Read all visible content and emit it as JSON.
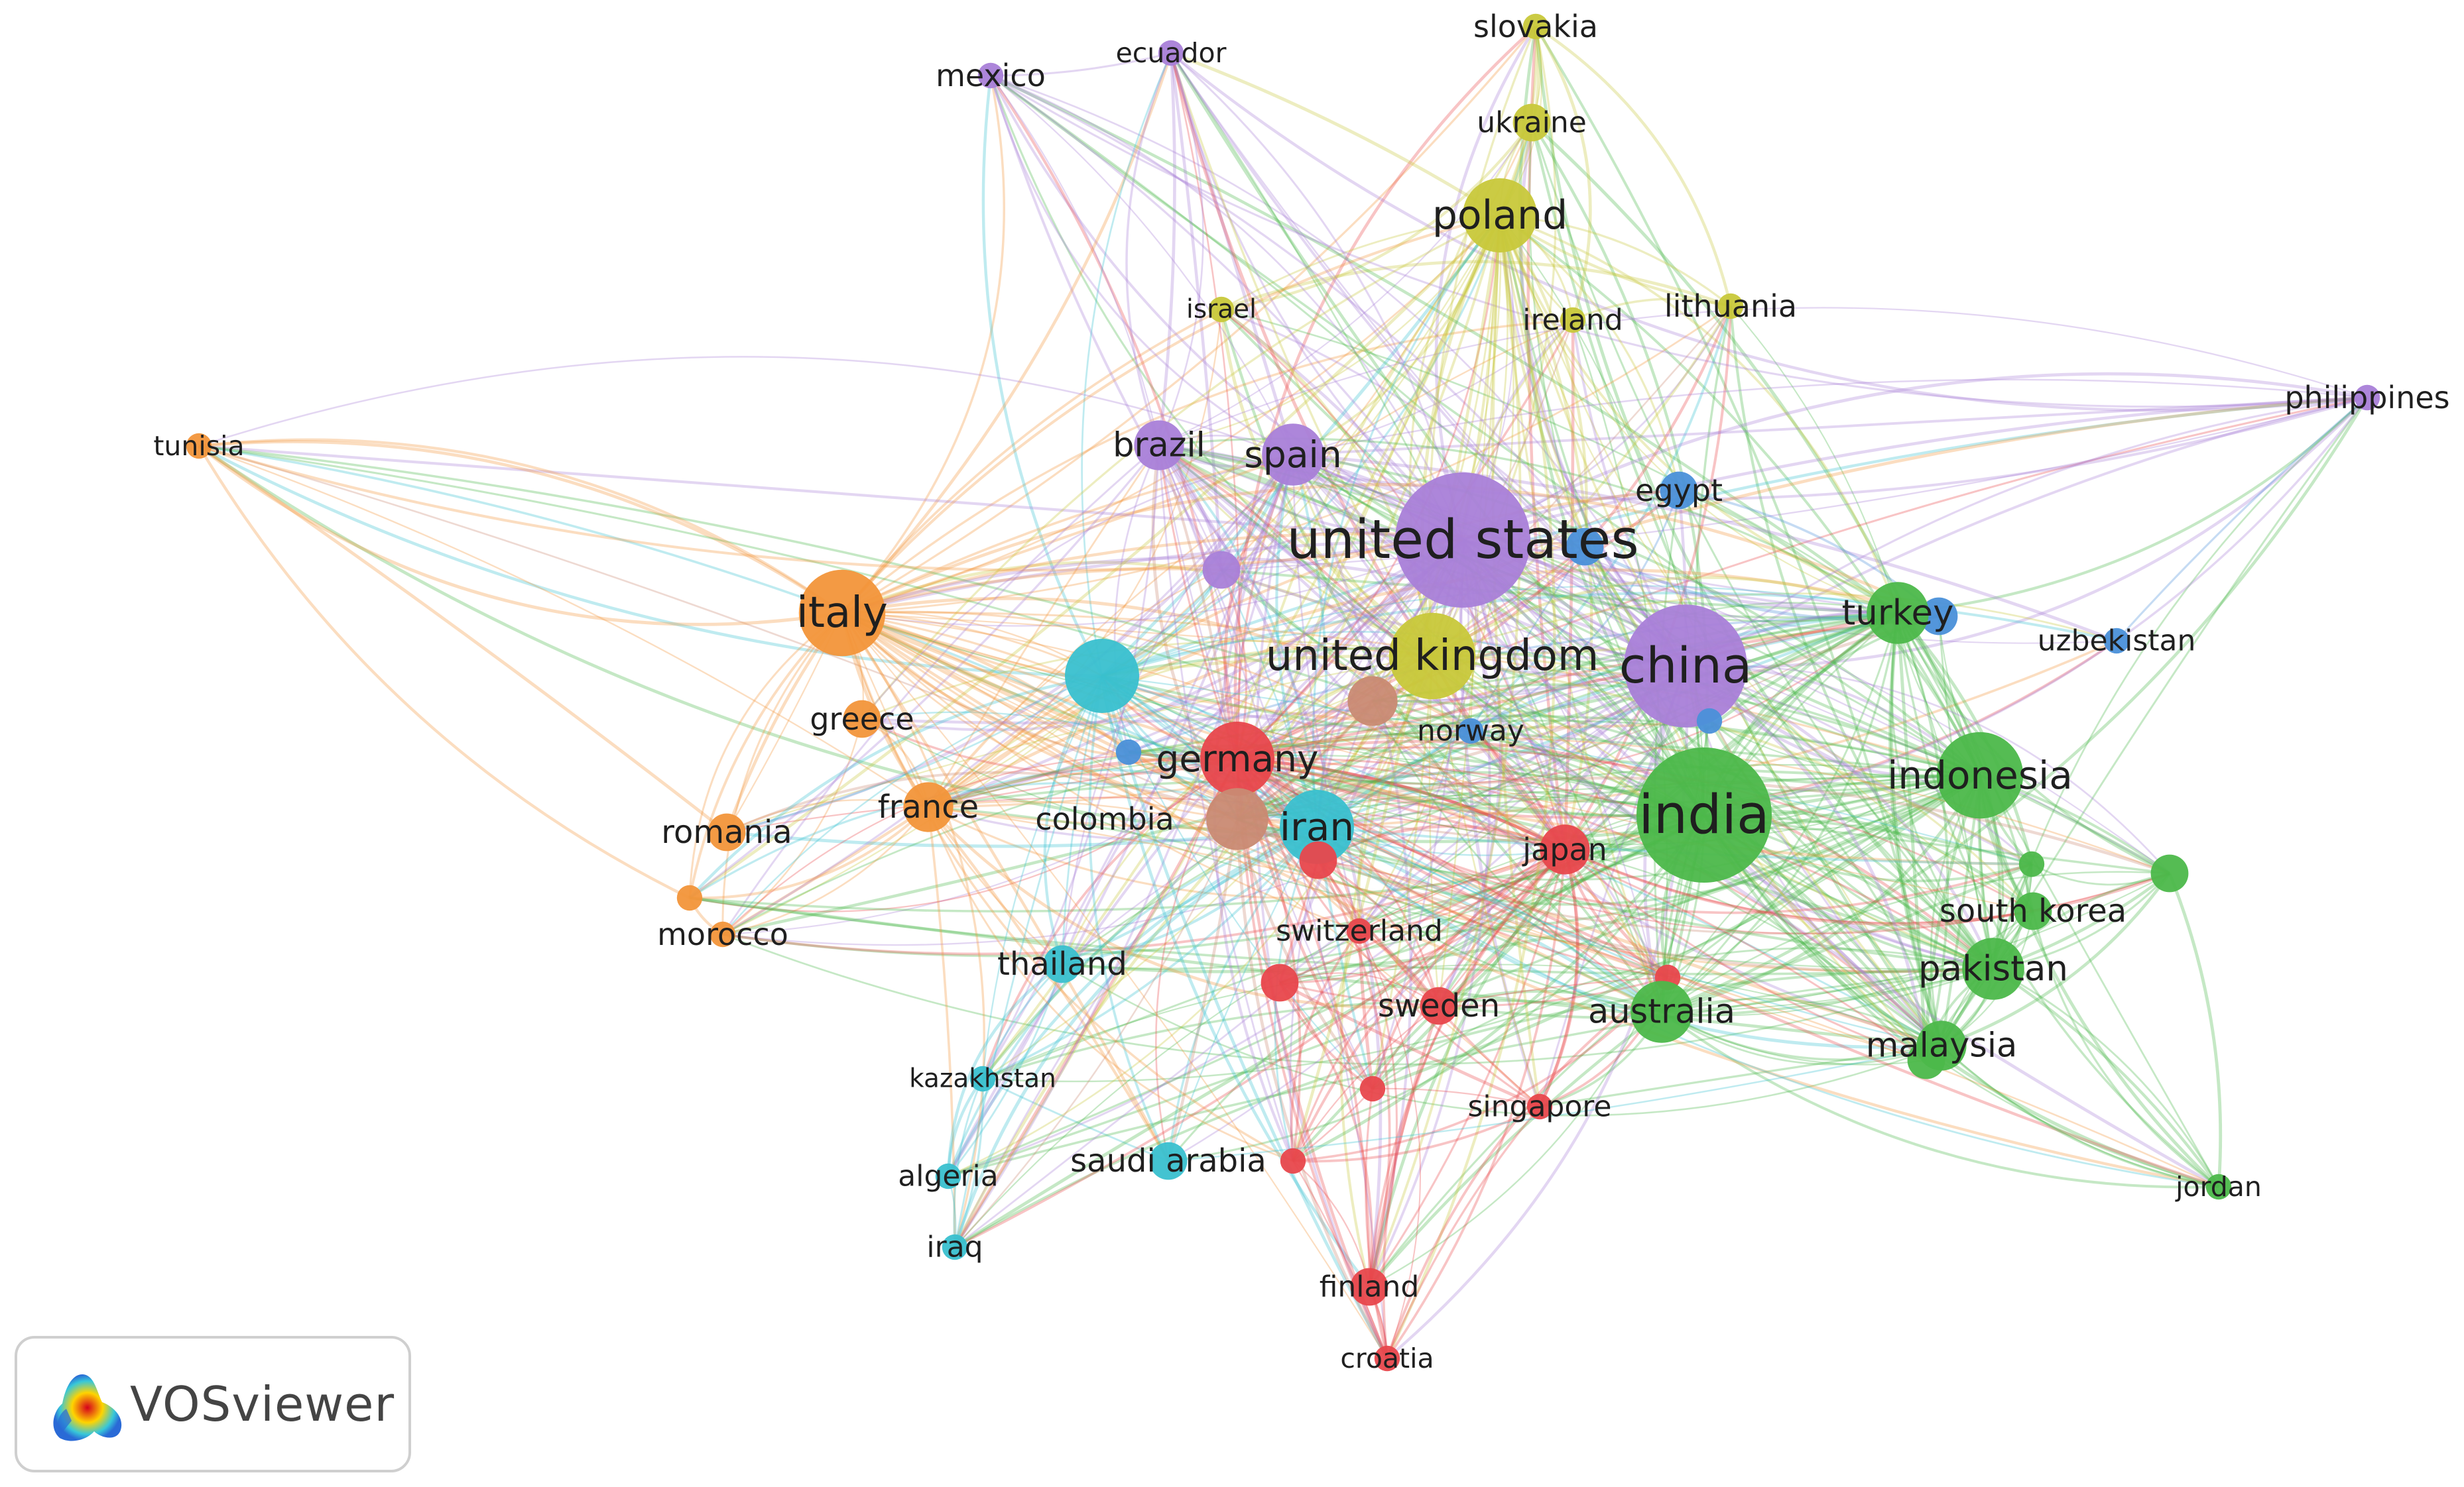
{
  "app": {
    "name": "VOSviewer"
  },
  "clusters": {
    "red": "#e8474c",
    "green": "#4cb84a",
    "blue": "#4a90d9",
    "yellow": "#c8c83a",
    "purple": "#a97fd8",
    "cyan": "#39c0cf",
    "orange": "#f2953a",
    "brown": "#c98a73"
  },
  "nodes": [
    {
      "id": "slovakia",
      "label": "slovakia",
      "cluster": "yellow",
      "weight": 1
    },
    {
      "id": "ukraine",
      "label": "ukraine",
      "cluster": "yellow",
      "weight": 2
    },
    {
      "id": "poland",
      "label": "poland",
      "cluster": "yellow",
      "weight": 5
    },
    {
      "id": "israel",
      "label": "israel",
      "cluster": "yellow",
      "weight": 1
    },
    {
      "id": "ireland",
      "label": "ireland",
      "cluster": "yellow",
      "weight": 1
    },
    {
      "id": "lithuania",
      "label": "lithuania",
      "cluster": "yellow",
      "weight": 1
    },
    {
      "id": "united-kingdom",
      "label": "united kingdom",
      "cluster": "yellow",
      "weight": 6
    },
    {
      "id": "mexico",
      "label": "mexico",
      "cluster": "purple",
      "weight": 1
    },
    {
      "id": "ecuador",
      "label": "ecuador",
      "cluster": "purple",
      "weight": 1
    },
    {
      "id": "philippines",
      "label": "philippines",
      "cluster": "purple",
      "weight": 1
    },
    {
      "id": "brazil",
      "label": "brazil",
      "cluster": "purple",
      "weight": 3
    },
    {
      "id": "spain",
      "label": "spain",
      "cluster": "purple",
      "weight": 4
    },
    {
      "id": "united-states",
      "label": "united states",
      "cluster": "purple",
      "weight": 10
    },
    {
      "id": "china",
      "label": "china",
      "cluster": "purple",
      "weight": 9
    },
    {
      "id": "purple-unlabeled",
      "label": "",
      "cluster": "purple",
      "weight": 2
    },
    {
      "id": "egypt",
      "label": "egypt",
      "cluster": "blue",
      "weight": 2
    },
    {
      "id": "uzbekistan",
      "label": "uzbekistan",
      "cluster": "blue",
      "weight": 1
    },
    {
      "id": "norway",
      "label": "norway",
      "cluster": "blue",
      "weight": 1
    },
    {
      "id": "blue-a",
      "label": "",
      "cluster": "blue",
      "weight": 2
    },
    {
      "id": "blue-b",
      "label": "",
      "cluster": "blue",
      "weight": 2
    },
    {
      "id": "blue-c",
      "label": "",
      "cluster": "blue",
      "weight": 1
    },
    {
      "id": "blue-d",
      "label": "",
      "cluster": "blue",
      "weight": 1
    },
    {
      "id": "tunisia",
      "label": "tunisia",
      "cluster": "orange",
      "weight": 1
    },
    {
      "id": "italy",
      "label": "italy",
      "cluster": "orange",
      "weight": 6
    },
    {
      "id": "greece",
      "label": "greece",
      "cluster": "orange",
      "weight": 2
    },
    {
      "id": "france",
      "label": "france",
      "cluster": "orange",
      "weight": 3
    },
    {
      "id": "romania",
      "label": "romania",
      "cluster": "orange",
      "weight": 2
    },
    {
      "id": "morocco",
      "label": "morocco",
      "cluster": "orange",
      "weight": 1
    },
    {
      "id": "orange-unlabeled",
      "label": "",
      "cluster": "orange",
      "weight": 1
    },
    {
      "id": "cyan-big",
      "label": "",
      "cluster": "cyan",
      "weight": 5
    },
    {
      "id": "iran",
      "label": "iran",
      "cluster": "cyan",
      "weight": 5
    },
    {
      "id": "thailand",
      "label": "thailand",
      "cluster": "cyan",
      "weight": 2
    },
    {
      "id": "kazakhstan",
      "label": "kazakhstan",
      "cluster": "cyan",
      "weight": 1
    },
    {
      "id": "algeria",
      "label": "algeria",
      "cluster": "cyan",
      "weight": 1
    },
    {
      "id": "saudi-arabia",
      "label": "saudi arabia",
      "cluster": "cyan",
      "weight": 2
    },
    {
      "id": "iraq",
      "label": "iraq",
      "cluster": "cyan",
      "weight": 1
    },
    {
      "id": "germany",
      "label": "germany",
      "cluster": "red",
      "weight": 5
    },
    {
      "id": "switzerland",
      "label": "switzerland",
      "cluster": "red",
      "weight": 1
    },
    {
      "id": "japan",
      "label": "japan",
      "cluster": "red",
      "weight": 3
    },
    {
      "id": "sweden",
      "label": "sweden",
      "cluster": "red",
      "weight": 2
    },
    {
      "id": "singapore",
      "label": "singapore",
      "cluster": "red",
      "weight": 1
    },
    {
      "id": "finland",
      "label": "finland",
      "cluster": "red",
      "weight": 2
    },
    {
      "id": "croatia",
      "label": "croatia",
      "cluster": "red",
      "weight": 1
    },
    {
      "id": "red-a",
      "label": "",
      "cluster": "red",
      "weight": 2
    },
    {
      "id": "red-b",
      "label": "",
      "cluster": "red",
      "weight": 2
    },
    {
      "id": "red-c",
      "label": "",
      "cluster": "red",
      "weight": 1
    },
    {
      "id": "red-d",
      "label": "",
      "cluster": "red",
      "weight": 1
    },
    {
      "id": "red-e",
      "label": "",
      "cluster": "red",
      "weight": 1
    },
    {
      "id": "colombia",
      "label": "colombia",
      "cluster": "brown",
      "weight": 4
    },
    {
      "id": "brown-b",
      "label": "",
      "cluster": "brown",
      "weight": 3
    },
    {
      "id": "india",
      "label": "india",
      "cluster": "green",
      "weight": 10
    },
    {
      "id": "turkey",
      "label": "turkey",
      "cluster": "green",
      "weight": 4
    },
    {
      "id": "indonesia",
      "label": "indonesia",
      "cluster": "green",
      "weight": 6
    },
    {
      "id": "south-korea",
      "label": "south korea",
      "cluster": "green",
      "weight": 2
    },
    {
      "id": "pakistan",
      "label": "pakistan",
      "cluster": "green",
      "weight": 4
    },
    {
      "id": "malaysia",
      "label": "malaysia",
      "cluster": "green",
      "weight": 3
    },
    {
      "id": "australia",
      "label": "australia",
      "cluster": "green",
      "weight": 4
    },
    {
      "id": "jordan",
      "label": "jordan",
      "cluster": "green",
      "weight": 1
    },
    {
      "id": "green-a",
      "label": "",
      "cluster": "green",
      "weight": 1
    },
    {
      "id": "green-b",
      "label": "",
      "cluster": "green",
      "weight": 2
    },
    {
      "id": "green-c",
      "label": "",
      "cluster": "green",
      "weight": 2
    }
  ]
}
